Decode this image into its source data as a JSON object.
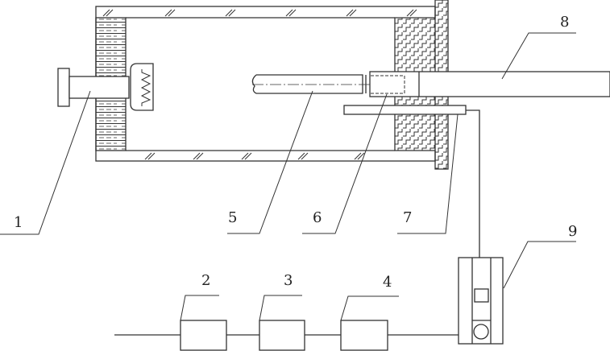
{
  "labels": {
    "l1": "1",
    "l2": "2",
    "l3": "3",
    "l4": "4",
    "l5": "5",
    "l6": "6",
    "l7": "7",
    "l8": "8",
    "l9": "9"
  },
  "colors": {
    "line": "#333333",
    "background": "#ffffff"
  }
}
